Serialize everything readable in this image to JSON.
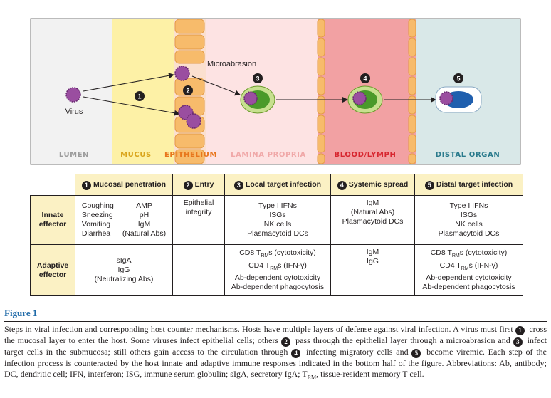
{
  "diagram": {
    "zones": {
      "lumen": "LUMEN",
      "mucus": "MUCUS",
      "epithelium": "EPITHELIUM",
      "lamina_propria": "LAMINA PROPRIA",
      "blood_lymph": "BLOOD/LYMPH",
      "distal_organ": "DISTAL ORGAN"
    },
    "virus_label": "Virus",
    "microabrasion_label": "Microabrasion",
    "step_numbers": [
      "1",
      "2",
      "3",
      "4",
      "5"
    ],
    "colors": {
      "lumen": "#f2f2f2",
      "mucus": "#fdf1a6",
      "epithelium": "#fbe0cf",
      "lamina_propria": "#fde3e3",
      "blood_lymph": "#f2a1a3",
      "distal_organ": "#d9e8e8",
      "epithelial_cell": "#f7bb6b",
      "virus": "#9a4ea0",
      "infected_cell": "#8cc63f",
      "distal_cell": "#1f5fae",
      "epithelium_label": "#e8761c",
      "blood_label": "#d7262f",
      "distal_label": "#2a7a8c"
    }
  },
  "table": {
    "headers": [
      {
        "num": "1",
        "label": "Mucosal penetration"
      },
      {
        "num": "2",
        "label": "Entry"
      },
      {
        "num": "3",
        "label": "Local target infection"
      },
      {
        "num": "4",
        "label": "Systemic spread"
      },
      {
        "num": "5",
        "label": "Distal target infection"
      }
    ],
    "innate": {
      "label_1": "Innate",
      "label_2": "effector",
      "mucosal_left": [
        "Coughing",
        "Sneezing",
        "Vomiting",
        "Diarrhea"
      ],
      "mucosal_right": [
        "AMP",
        "pH",
        "IgM",
        "(Natural Abs)"
      ],
      "entry": [
        "Epithelial",
        "integrity"
      ],
      "local": [
        "Type I IFNs",
        "ISGs",
        "NK cells",
        "Plasmacytoid DCs"
      ],
      "systemic": [
        "IgM",
        "(Natural Abs)",
        "Plasmacytoid DCs"
      ],
      "distal": [
        "Type I IFNs",
        "ISGs",
        "NK cells",
        "Plasmacytoid DCs"
      ]
    },
    "adaptive": {
      "label_1": "Adaptive",
      "label_2": "effector",
      "mucosal": [
        "sIgA",
        "IgG",
        "(Neutralizing Abs)"
      ],
      "entry": [],
      "trm_prefix_cd8": "CD8 T",
      "trm_suffix_cd8": "s (cytotoxicity)",
      "trm_prefix_cd4": "CD4 T",
      "trm_suffix_cd4": "s (IFN-γ)",
      "trm_sub": "RM",
      "local_rest": [
        "Ab-dependent cytotoxicity",
        "Ab-dependent phagocytosis"
      ],
      "systemic": [
        "IgM",
        "IgG"
      ]
    }
  },
  "figure": {
    "title": "Figure 1",
    "caption_parts": [
      "Steps in viral infection and corresponding host counter mechanisms. Hosts have multiple layers of defense against viral infection. A virus must first ",
      " cross the mucosal layer to enter the host. Some viruses infect epithelial cells; others ",
      " pass through the epithelial layer through a microabrasion and ",
      " infect target cells in the submucosa; still others gain access to the circulation through ",
      " infecting migratory cells and ",
      " become viremic. Each step of the infection process is counteracted by the host innate and adaptive immune responses indicated in the bottom half of the figure. Abbreviations: Ab, antibody; DC, dendritic cell; IFN, interferon; ISG, immune serum globulin; sIgA, secretory IgA; T",
      ", tissue-resident memory T cell."
    ],
    "caption_sub": "RM"
  }
}
